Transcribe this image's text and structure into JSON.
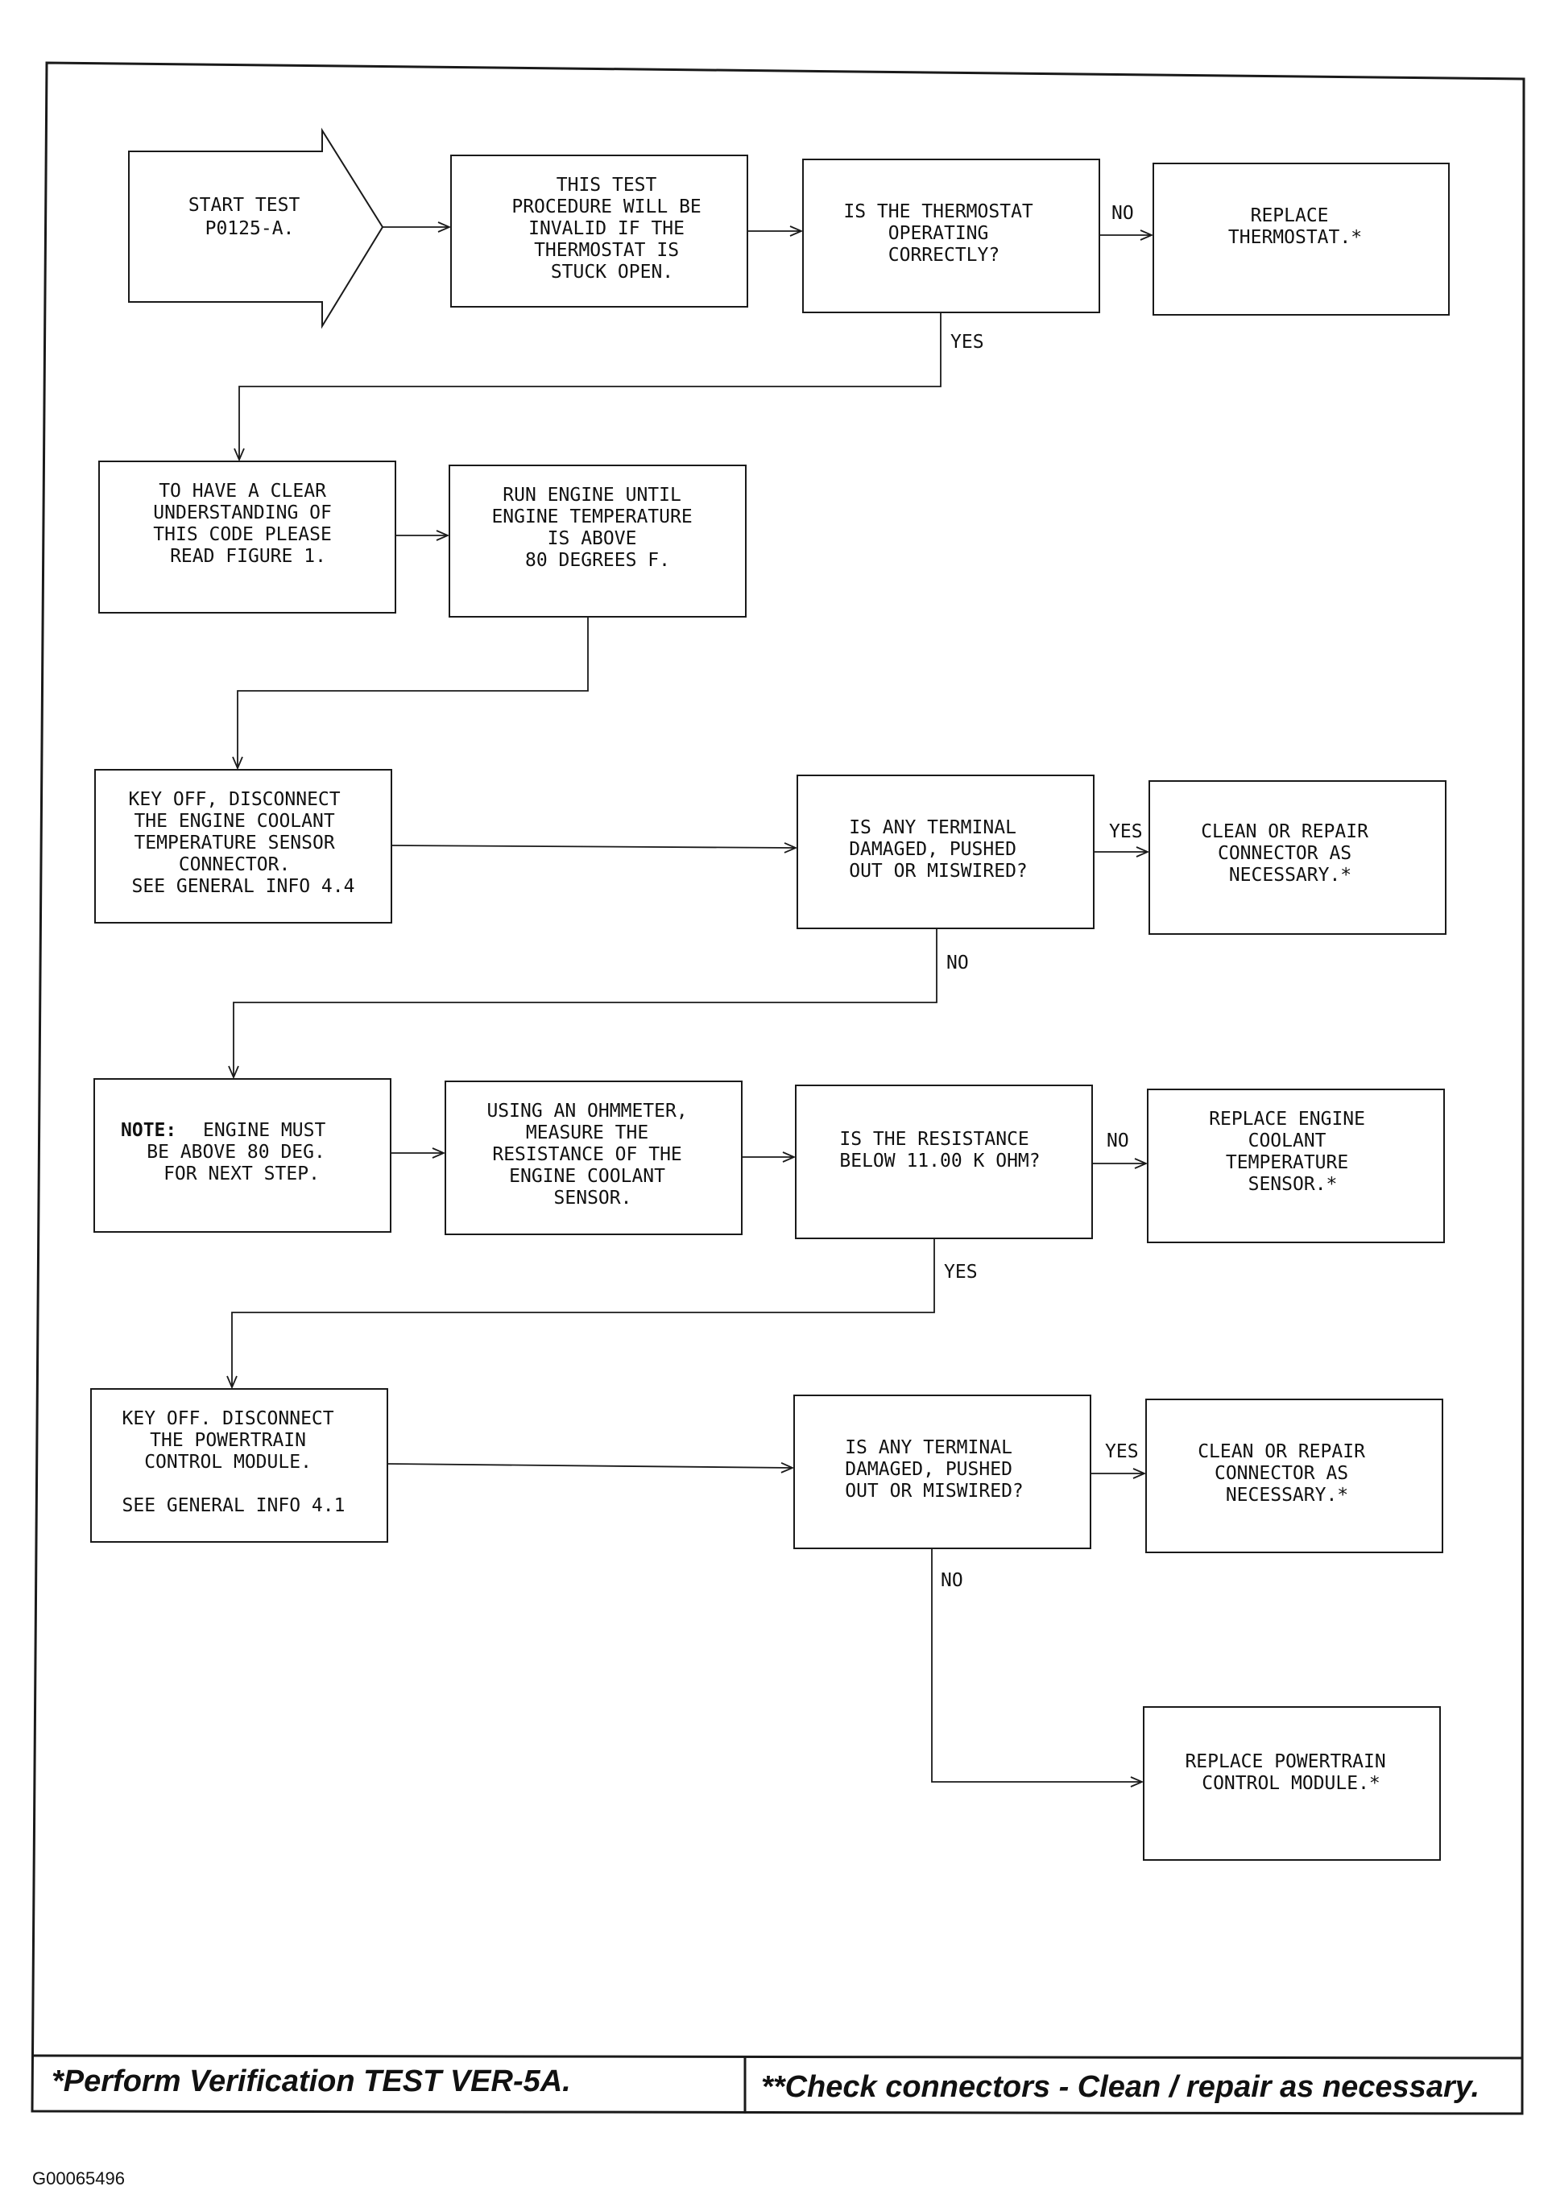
{
  "boxes": {
    "start": [
      "START TEST",
      "P0125-A."
    ],
    "invalid": [
      "THIS TEST",
      "PROCEDURE WILL BE",
      "INVALID IF THE",
      "THERMOSTAT IS",
      "STUCK OPEN."
    ],
    "thermostat_q": [
      "IS THE THERMOSTAT",
      "OPERATING",
      "CORRECTLY?"
    ],
    "replace_thermostat": [
      "REPLACE",
      "THERMOSTAT.*"
    ],
    "clear_understanding": [
      "TO HAVE A CLEAR",
      "UNDERSTANDING OF",
      "THIS CODE PLEASE",
      "READ FIGURE 1."
    ],
    "run_engine": [
      "RUN ENGINE UNTIL",
      "ENGINE TEMPERATURE",
      "IS ABOVE",
      "80 DEGREES F."
    ],
    "key_off_ect": [
      "KEY OFF, DISCONNECT",
      "THE ENGINE COOLANT",
      "TEMPERATURE SENSOR",
      "CONNECTOR.",
      "SEE GENERAL INFO 4.4"
    ],
    "terminal_q1": [
      "IS ANY TERMINAL",
      "DAMAGED, PUSHED",
      "OUT OR MISWIRED?"
    ],
    "clean_repair_1": [
      "CLEAN OR REPAIR",
      "CONNECTOR AS",
      "NECESSARY.*"
    ],
    "note_label": "NOTE:",
    "note": [
      "ENGINE MUST",
      "BE ABOVE 80 DEG.",
      "FOR NEXT STEP."
    ],
    "ohmmeter": [
      "USING AN OHMMETER,",
      "MEASURE THE",
      "RESISTANCE OF THE",
      "ENGINE COOLANT",
      "SENSOR."
    ],
    "resistance_q": [
      "IS THE RESISTANCE",
      "BELOW 11.00 K OHM?"
    ],
    "replace_ect": [
      "REPLACE ENGINE",
      "COOLANT",
      "TEMPERATURE",
      "SENSOR.*"
    ],
    "key_off_pcm": [
      "KEY OFF. DISCONNECT",
      "THE POWERTRAIN",
      "CONTROL MODULE.",
      "",
      "SEE GENERAL INFO 4.1"
    ],
    "terminal_q2": [
      "IS ANY TERMINAL",
      "DAMAGED, PUSHED",
      "OUT OR MISWIRED?"
    ],
    "clean_repair_2": [
      "CLEAN OR REPAIR",
      "CONNECTOR AS",
      "NECESSARY.*"
    ],
    "replace_pcm": [
      "REPLACE POWERTRAIN",
      "CONTROL MODULE.*"
    ]
  },
  "edge_labels": {
    "thermostat_no": "NO",
    "thermostat_yes": "YES",
    "terminal1_yes": "YES",
    "terminal1_no": "NO",
    "resistance_no": "NO",
    "resistance_yes": "YES",
    "terminal2_yes": "YES",
    "terminal2_no": "NO"
  },
  "footer": {
    "left": "*Perform Verification TEST VER-5A.",
    "right": "**Check connectors - Clean / repair as necessary."
  },
  "figure_code": "G00065496"
}
